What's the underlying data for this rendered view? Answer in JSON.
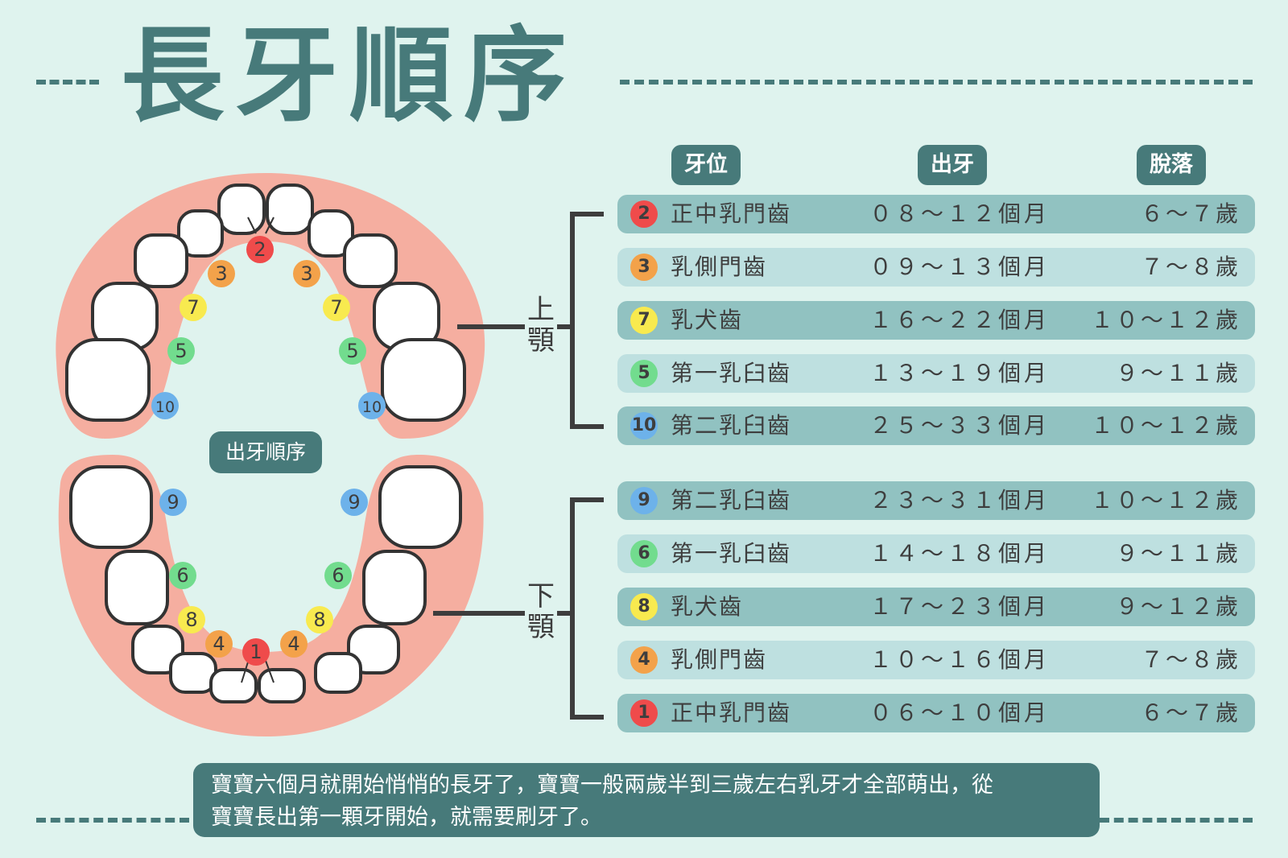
{
  "title": "長牙順序",
  "headers": {
    "position": "牙位",
    "eruption": "出牙",
    "shedding": "脫落"
  },
  "upper_jaw_label": [
    "上",
    "顎"
  ],
  "lower_jaw_label": [
    "下",
    "顎"
  ],
  "order_label": "出牙順序",
  "upper_rows": [
    {
      "num": "2",
      "color": "#ef4b4b",
      "name": "正中乳門齒",
      "eruption": "０８～１２個月",
      "shedding": "６～７歲"
    },
    {
      "num": "3",
      "color": "#f3a24a",
      "name": "乳側門齒",
      "eruption": "０９～１３個月",
      "shedding": "７～８歲"
    },
    {
      "num": "7",
      "color": "#f8ea4f",
      "name": "乳犬齒",
      "eruption": "１６～２２個月",
      "shedding": "１０～１２歲"
    },
    {
      "num": "5",
      "color": "#72dc8e",
      "name": "第一乳臼齒",
      "eruption": "１３～１９個月",
      "shedding": "９～１１歲"
    },
    {
      "num": "10",
      "color": "#6db2ea",
      "name": "第二乳臼齒",
      "eruption": "２５～３３個月",
      "shedding": "１０～１２歲"
    }
  ],
  "lower_rows": [
    {
      "num": "9",
      "color": "#6db2ea",
      "name": "第二乳臼齒",
      "eruption": "２３～３１個月",
      "shedding": "１０～１２歲"
    },
    {
      "num": "6",
      "color": "#72dc8e",
      "name": "第一乳臼齒",
      "eruption": "１４～１８個月",
      "shedding": "９～１１歲"
    },
    {
      "num": "8",
      "color": "#f8ea4f",
      "name": "乳犬齒",
      "eruption": "１７～２３個月",
      "shedding": "９～１２歲"
    },
    {
      "num": "4",
      "color": "#f3a24a",
      "name": "乳側門齒",
      "eruption": "１０～１６個月",
      "shedding": "７～８歲"
    },
    {
      "num": "1",
      "color": "#ef4b4b",
      "name": "正中乳門齒",
      "eruption": "０６～１０個月",
      "shedding": "６～７歲"
    }
  ],
  "upper_diagram_markers": [
    {
      "num": "2",
      "color": "#ef4b4b"
    },
    {
      "num": "3",
      "color": "#f3a24a"
    },
    {
      "num": "3",
      "color": "#f3a24a"
    },
    {
      "num": "7",
      "color": "#f8ea4f"
    },
    {
      "num": "7",
      "color": "#f8ea4f"
    },
    {
      "num": "5",
      "color": "#72dc8e"
    },
    {
      "num": "5",
      "color": "#72dc8e"
    },
    {
      "num": "10",
      "color": "#6db2ea"
    },
    {
      "num": "10",
      "color": "#6db2ea"
    }
  ],
  "lower_diagram_markers": [
    {
      "num": "9",
      "color": "#6db2ea"
    },
    {
      "num": "9",
      "color": "#6db2ea"
    },
    {
      "num": "6",
      "color": "#72dc8e"
    },
    {
      "num": "6",
      "color": "#72dc8e"
    },
    {
      "num": "8",
      "color": "#f8ea4f"
    },
    {
      "num": "8",
      "color": "#f8ea4f"
    },
    {
      "num": "4",
      "color": "#f3a24a"
    },
    {
      "num": "4",
      "color": "#f3a24a"
    },
    {
      "num": "1",
      "color": "#ef4b4b"
    }
  ],
  "note": [
    "寶寶六個月就開始悄悄的長牙了，寶寶一般兩歲半到三歲左右乳牙才全部萌出，從",
    "寶寶長出第一顆牙開始，就需要刷牙了。"
  ],
  "colors": {
    "accent": "#477a7a",
    "gum": "#f5aea0",
    "background": "#dff3ee",
    "row_dark": "#91c2c1",
    "row_light": "#bee0e0"
  }
}
